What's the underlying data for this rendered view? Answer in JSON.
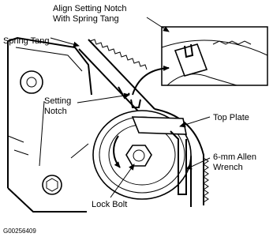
{
  "labels": {
    "align_line1": "Align Setting Notch",
    "align_line2": "With Spring Tang",
    "spring_tang": "Spring Tang",
    "setting_line1": "Setting",
    "setting_line2": "Notch",
    "top_plate": "Top Plate",
    "allen_line1": "6-mm Allen",
    "allen_line2": "Wrench",
    "lock_bolt": "Lock Bolt"
  },
  "figure_code": "G00256409"
}
